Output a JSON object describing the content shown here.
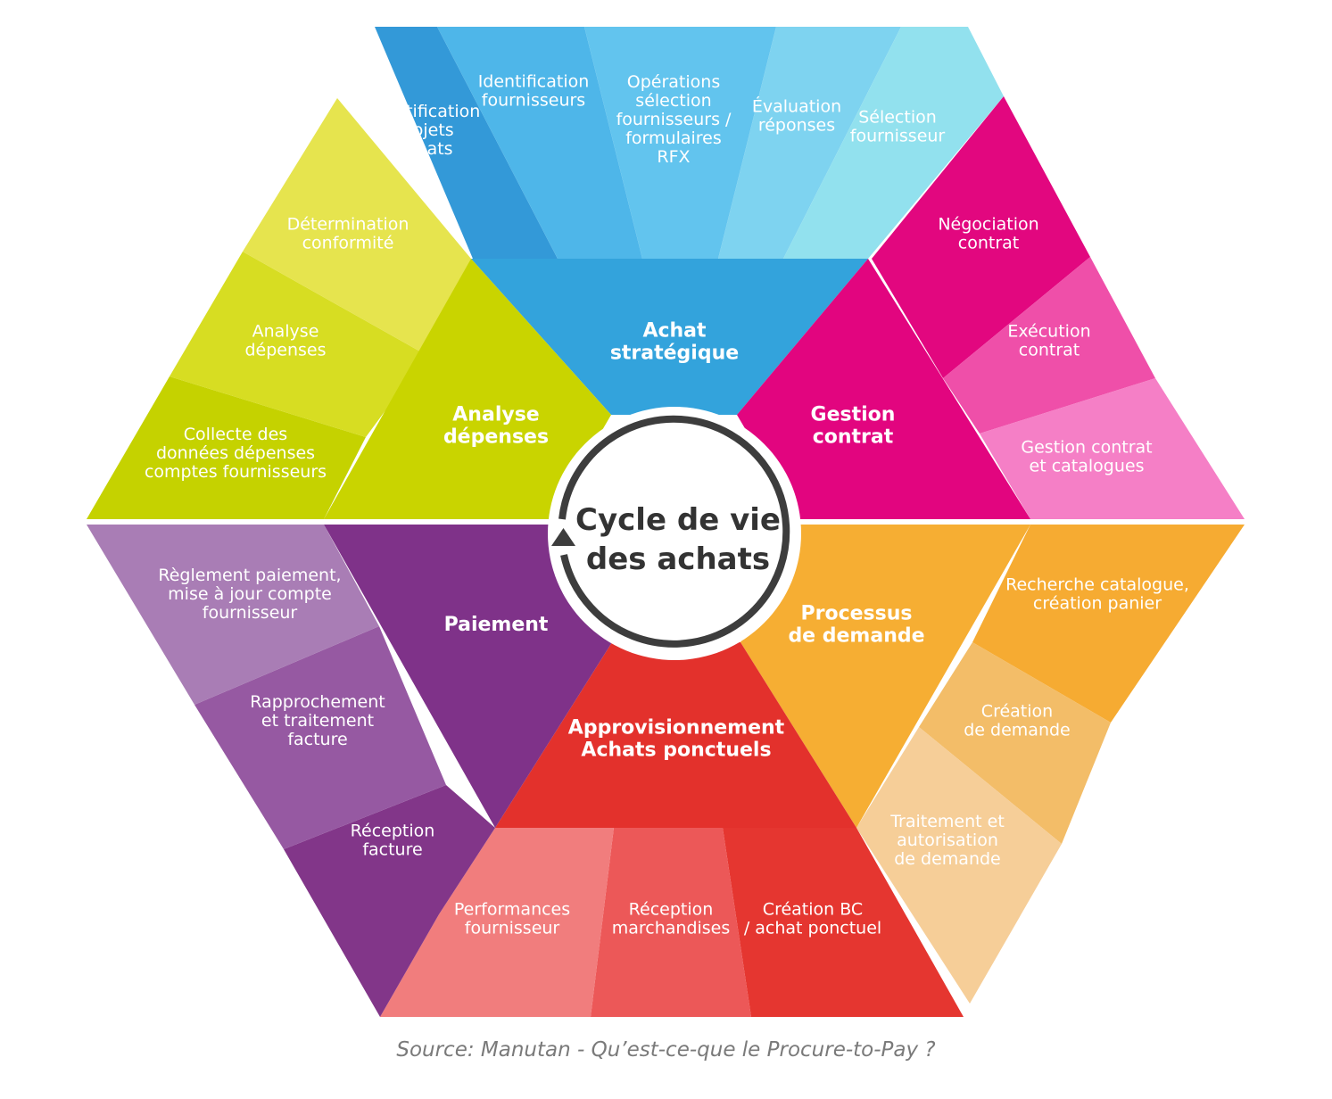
{
  "center": {
    "line1": "Cycle de vie",
    "line2": "des achats"
  },
  "phases": [
    {
      "id": "achat",
      "color": "#33a3dc",
      "label": [
        "Achat",
        "stratégique"
      ]
    },
    {
      "id": "gestion",
      "color": "#e2057f",
      "label": [
        "Gestion",
        "contrat"
      ]
    },
    {
      "id": "processus",
      "color": "#f6ae33",
      "label": [
        "Processus",
        "de demande"
      ]
    },
    {
      "id": "appro",
      "color": "#e3312c",
      "label": [
        "Approvisionnement",
        "Achats ponctuels"
      ]
    },
    {
      "id": "paiement",
      "color": "#7f3289",
      "label": [
        "Paiement"
      ]
    },
    {
      "id": "analyse",
      "color": "#c9d400",
      "label": [
        "Analyse",
        "dépenses"
      ]
    }
  ],
  "steps": {
    "achat": [
      {
        "color": "#3399d8",
        "label": [
          "Identification",
          "projets",
          "achats"
        ]
      },
      {
        "color": "#4eb6e9",
        "label": [
          "Identification",
          "fournisseurs"
        ]
      },
      {
        "color": "#62c4ee",
        "label": [
          "Opérations",
          "sélection",
          "fournisseurs /",
          "formulaires",
          "RFX"
        ]
      },
      {
        "color": "#7ed3f0",
        "label": [
          "Évaluation",
          "réponses"
        ]
      },
      {
        "color": "#92e1ee",
        "label": [
          "Sélection",
          "fournisseur"
        ]
      }
    ],
    "gestion": [
      {
        "color": "#e2077f",
        "label": [
          "Négociation",
          "contrat"
        ]
      },
      {
        "color": "#ef4fa9",
        "label": [
          "Exécution",
          "contrat"
        ]
      },
      {
        "color": "#f57fc6",
        "label": [
          "Gestion contrat",
          "et catalogues"
        ]
      }
    ],
    "processus": [
      {
        "color": "#f6ab32",
        "label": [
          "Recherche catalogue,",
          "création panier"
        ]
      },
      {
        "color": "#f3bd68",
        "label": [
          "Création",
          "de demande"
        ]
      },
      {
        "color": "#f6ce98",
        "label": [
          "Traitement et",
          "autorisation",
          "de demande"
        ]
      }
    ],
    "appro": [
      {
        "color": "#e53630",
        "label": [
          "Création BC",
          "/ achat ponctuel"
        ]
      },
      {
        "color": "#ec5858",
        "label": [
          "Réception",
          "marchandises"
        ]
      },
      {
        "color": "#f17d7d",
        "label": [
          "Performances",
          "fournisseur"
        ]
      }
    ],
    "paiement": [
      {
        "color": "#823689",
        "label": [
          "Réception",
          "facture"
        ]
      },
      {
        "color": "#9659a2",
        "label": [
          "Rapprochement",
          "et traitement",
          "facture"
        ]
      },
      {
        "color": "#a97db5",
        "label": [
          "Règlement paiement,",
          "mise à jour compte",
          "fournisseur"
        ]
      }
    ],
    "analyse": [
      {
        "color": "#c5d200",
        "label": [
          "Collecte des",
          "données dépenses",
          "comptes fournisseurs"
        ]
      },
      {
        "color": "#d7dd22",
        "label": [
          "Analyse",
          "dépenses"
        ]
      },
      {
        "color": "#e6e44e",
        "label": [
          "Détermination",
          "conformité"
        ]
      }
    ]
  },
  "center_ring_color": "#3d3d3d",
  "source": "Source: Manutan - Qu’est-ce-que le Procure-to-Pay ?"
}
